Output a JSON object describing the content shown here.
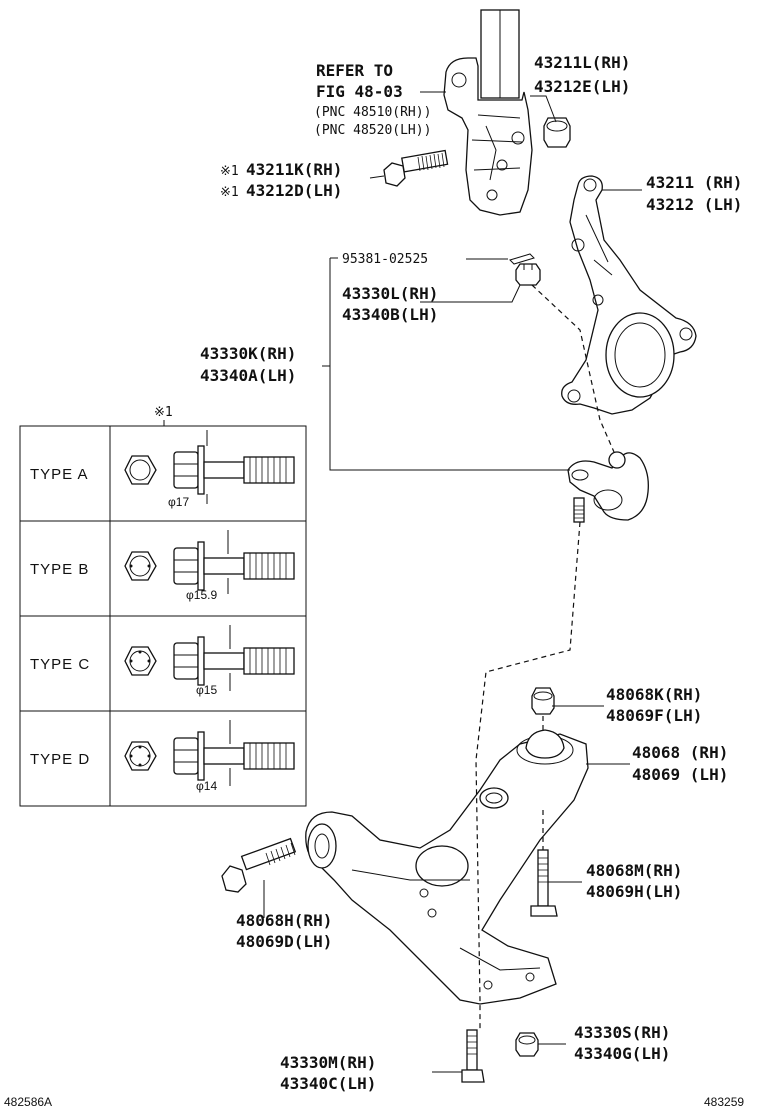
{
  "refer": {
    "line1": "REFER TO",
    "line2": "FIG 48-03",
    "line3": "(PNC 48510(RH))",
    "line4": "(PNC 48520(LH))"
  },
  "labels": {
    "p43211L": "43211L(RH)",
    "p43212E": "43212E(LH)",
    "p43211K": "43211K(RH)",
    "p43212D": "43212D(LH)",
    "mark1": "※1",
    "p43211": "43211 (RH)",
    "p43212": "43212 (LH)",
    "p95381": "95381-02525",
    "p43330L": "43330L(RH)",
    "p43340B": "43340B(LH)",
    "p43330K": "43330K(RH)",
    "p43340A": "43340A(LH)",
    "p48068K": "48068K(RH)",
    "p48069F": "48069F(LH)",
    "p48068": "48068 (RH)",
    "p48069": "48069 (LH)",
    "p48068M": "48068M(RH)",
    "p48069H": "48069H(LH)",
    "p48068H": "48068H(RH)",
    "p48069D": "48069D(LH)",
    "p43330S": "43330S(RH)",
    "p43340G": "43340G(LH)",
    "p43330M": "43330M(RH)",
    "p43340C": "43340C(LH)"
  },
  "table": {
    "header": "※1",
    "rows": [
      {
        "type": "TYPE  A",
        "dia": "φ17"
      },
      {
        "type": "TYPE  B",
        "dia": "φ15.9"
      },
      {
        "type": "TYPE  C",
        "dia": "φ15"
      },
      {
        "type": "TYPE  D",
        "dia": "φ14"
      }
    ]
  },
  "footer": {
    "left": "482586A",
    "right": "483259"
  }
}
